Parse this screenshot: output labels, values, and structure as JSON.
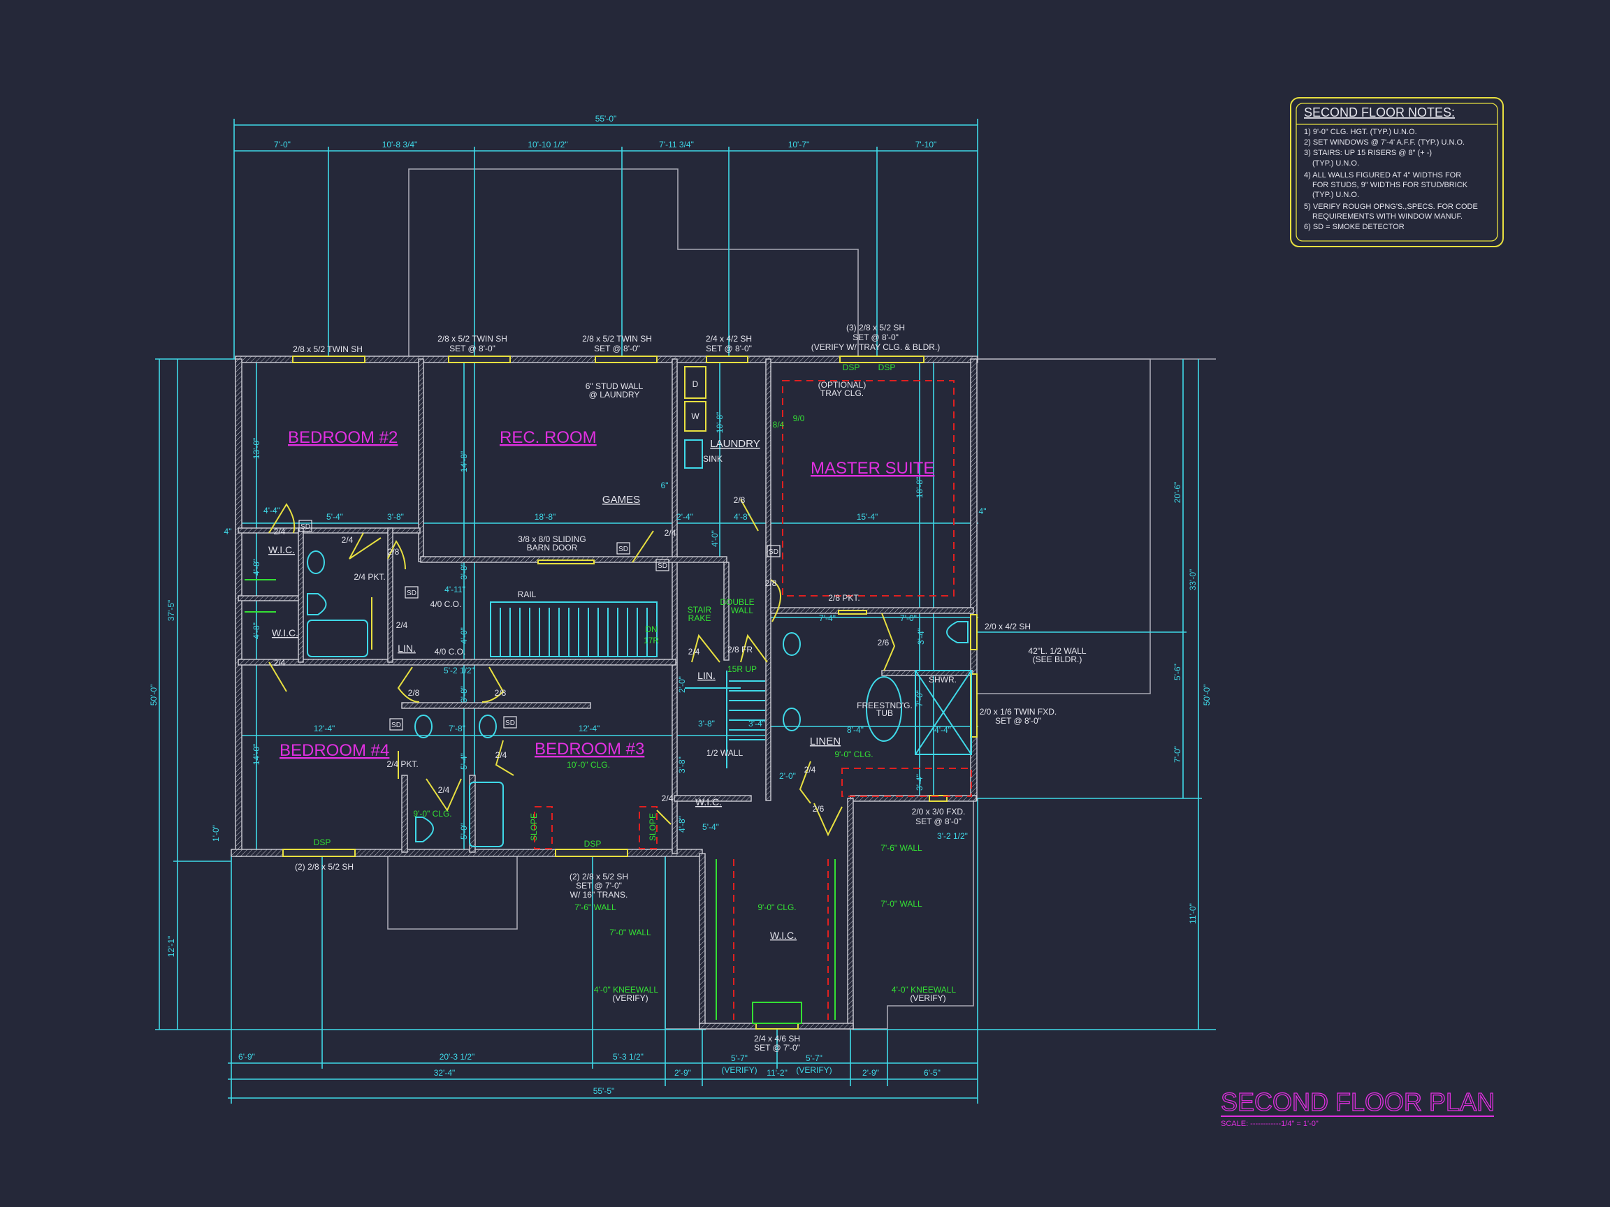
{
  "notes": {
    "title": "SECOND FLOOR NOTES:",
    "items": [
      "1) 9'-0\" CLG. HGT. (TYP.) U.N.O.",
      "2) SET WINDOWS @ 7'-4' A.F.F. (TYP.) U.N.O.",
      "3) STAIRS: UP 15 RISERS @ 8\" (+ -)",
      "(TYP.) U.N.O.",
      "4) ALL WALLS FIGURED AT 4\" WIDTHS FOR",
      "FOR STUDS, 9\" WIDTHS FOR STUD/BRICK",
      "(TYP.) U.N.O.",
      "5) VERIFY ROUGH OPNG'S.,SPECS. FOR CODE",
      "REQUIREMENTS WITH WINDOW MANUF.",
      "6) SD = SMOKE DETECTOR"
    ]
  },
  "title": {
    "main": "SECOND FLOOR PLAN",
    "scale": "SCALE: ------------1/4\" = 1'-0\""
  },
  "rooms": {
    "bedroom2": "BEDROOM #2",
    "rec": "REC. ROOM",
    "master": "MASTER SUITE",
    "bedroom4": "BEDROOM #4",
    "bedroom3": "BEDROOM #3"
  },
  "top_dims": [
    "55'-0\"",
    "7'-0\"",
    "10'-8 3/4\"",
    "10'-10 1/2\"",
    "7'-11 3/4\"",
    "10'-7\"",
    "7'-10\""
  ],
  "bottom_dims": [
    "6'-9\"",
    "20'-3 1/2\"",
    "5'-3 1/2\"",
    "32'-4\"",
    "2'-9\"",
    "5'-7\"",
    "(VERIFY)",
    "11'-2\"",
    "5'-7\"",
    "(VERIFY)",
    "2'-9\"",
    "6'-5\"",
    "55'-5\""
  ],
  "side_dims": [
    "37'-5\"",
    "50'-0\"",
    "12'-1\"",
    "1'-0\"",
    "20'-6\"",
    "33'-0\"",
    "50'-0\"",
    "5'-6\"",
    "7'-0\"",
    "11'-0\""
  ],
  "interior_dims": [
    "4'-4\"",
    "5'-4\"",
    "3'-8\"",
    "18'-8\"",
    "2'-4\"",
    "4'-8\"",
    "15'-4\"",
    "4\"",
    "4\"",
    "13'-0\"",
    "14'-8\"",
    "18'-8\"",
    "4'-8\"",
    "4'-8\"",
    "3'-8\"",
    "4'-0\"",
    "3'-8\"",
    "10'-8\"",
    "4'-0\"",
    "6\"",
    "4'-11\"",
    "5'-2 1/2\"",
    "12'-4\"",
    "7'-8\"",
    "12'-4\"",
    "14'-0\"",
    "5'-4\"",
    "5'-0\"",
    "3'-8\"",
    "2'-0\"",
    "3'-8\"",
    "3'-4\"",
    "2'-0\"",
    "4'-8\"",
    "5'-4\"",
    "7'-4\"",
    "7'-0\"",
    "3'-4\"",
    "7'-0\"",
    "8'-4\"",
    "4'-4\"",
    "3'-2 1/2\"",
    "3'-4\""
  ],
  "windows": [
    [
      "2/8 x 5/2 TWIN SH"
    ],
    [
      "2/8 x 5/2 TWIN SH",
      "SET @ 8'-0\""
    ],
    [
      "2/8 x 5/2 TWIN SH",
      "SET @ 8'-0\""
    ],
    [
      "2/4 x 4/2 SH",
      "SET @ 8'-0\""
    ],
    [
      "(3) 2/8 x 5/2 SH",
      "SET @ 8'-0\"",
      "(VERIFY W/ TRAY CLG. & BLDR.)"
    ],
    [
      "2/0 x 4/2 SH"
    ],
    [
      "2/0 x 1/6 TWIN FXD.",
      "SET @ 8'-0\""
    ],
    [
      "2/0 x 3/0 FXD.",
      "SET @ 8'-0\""
    ],
    [
      "(2) 2/8 x 5/2 SH"
    ],
    [
      "(2) 2/8 x 5/2 SH",
      "SET @ 7'-0\"",
      "W/ 16\" TRANS."
    ],
    [
      "2/4 x 4/6 SH",
      "SET @ 7'-0\""
    ]
  ],
  "labels": {
    "stud_wall": [
      "6\" STUD WALL",
      "@ LAUNDRY"
    ],
    "tray": [
      "(OPTIONAL)",
      "TRAY CLG."
    ],
    "games": "GAMES",
    "laundry": "LAUNDRY",
    "sink": "SINK",
    "dryer": "D",
    "washer": "W",
    "barn": [
      "3/8 x 8/0 SLIDING",
      "BARN DOOR"
    ],
    "rail": "RAIL",
    "co1": "4/0 C.O.",
    "co2": "4/0 C.O.",
    "dn": [
      "DN",
      "17R"
    ],
    "stair_rake": [
      "STAIR",
      "RAKE"
    ],
    "double_wall": [
      "DOUBLE",
      "WALL"
    ],
    "up": "15R UP",
    "lin1": "LIN.",
    "lin2": "LIN.",
    "linen": "LINEN",
    "half_wall": "1/2 WALL",
    "wic1": "W.I.C.",
    "wic2": "W.I.C.",
    "wic3": "W.I.C.",
    "wic4": "W.I.C.",
    "half_wall_42": [
      "42\"L. 1/2 WALL",
      "(SEE BLDR.)"
    ],
    "shwr": "SHWR.",
    "tub": [
      "FREESTND'G.",
      "TUB"
    ],
    "clg_master": "9'-0\" CLG.",
    "clg_b3": "10'-0\" CLG.",
    "clg_bath": "9'-0\" CLG.",
    "clg_wic": "9'-0\" CLG.",
    "slope": "SLOPE",
    "dsp": "DSP",
    "s84": "8/4",
    "s90": "9/0",
    "wall76a": "7'-6\" WALL",
    "wall76b": "7'-6\" WALL",
    "wall70a": "7'-0\" WALL",
    "wall70b": "7'-0\" WALL",
    "knee": [
      "4'-0\" KNEEWALL",
      "(VERIFY)"
    ],
    "sd": "SD"
  },
  "doors": [
    "2/4",
    "2/4",
    "2/8",
    "2/4 PKT.",
    "2/4",
    "2/8",
    "2/8",
    "2/8 PKT.",
    "2/4",
    "2/4",
    "2/8",
    "2/8",
    "2/4",
    "2/8 FR",
    "2/6",
    "2/4",
    "2/4 PKT.",
    "2/4",
    "2/4",
    "2/4",
    "2/6"
  ]
}
